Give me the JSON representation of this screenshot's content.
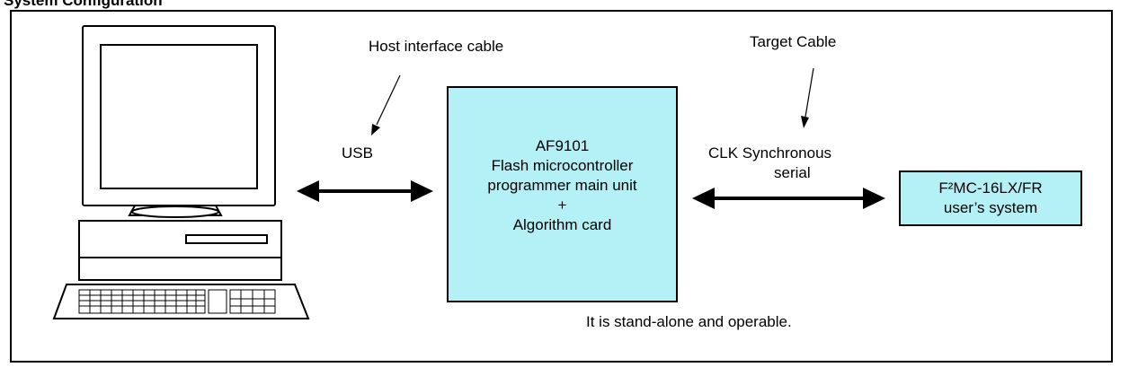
{
  "title": "System Configuration",
  "labels": {
    "host_cable": "Host interface cable",
    "usb": "USB",
    "target_cable": "Target Cable",
    "clk_line1": "CLK Synchronous",
    "clk_line2": "serial",
    "standalone": "It is stand-alone and operable."
  },
  "main_unit": {
    "line1": "AF9101",
    "line2": "Flash microcontroller",
    "line3": "programmer main unit",
    "line4": "+",
    "line5": "Algorithm card"
  },
  "target_system": {
    "line1": "F²MC-16LX/FR",
    "line2": "user’s system"
  },
  "colors": {
    "box_fill": "#b3f1f6",
    "line": "#000000"
  }
}
